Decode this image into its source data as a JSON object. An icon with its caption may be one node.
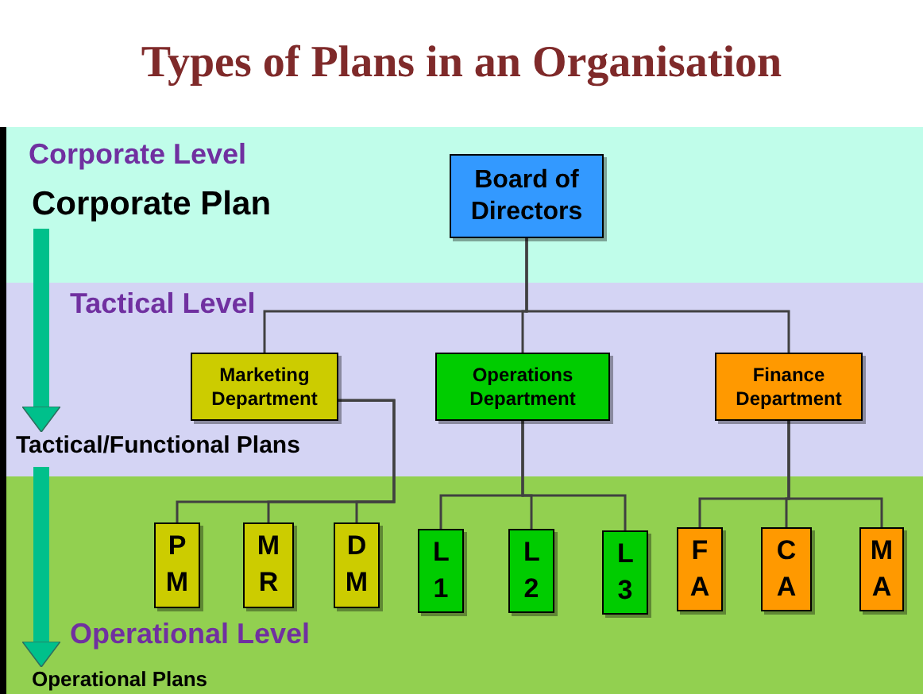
{
  "diagram": {
    "title": "Types of Plans in an Organisation",
    "nodes": [
      {
        "text": [
          "Corporate Level"
        ]
      },
      {
        "text": [
          "Corporate Plan"
        ],
        "in": 0
      },
      {
        "text": [
          "Board of Directors"
        ],
        "in": 0
      },
      {
        "text": [
          "Tactical Level"
        ]
      },
      {
        "text": [
          "Marketing Department"
        ],
        "in": 3
      },
      {
        "text": [
          "Operations Department"
        ],
        "in": 3
      },
      {
        "text": [
          "Finance Department"
        ],
        "in": 3
      },
      {
        "text": [
          "Tactical/Functional Plans"
        ],
        "in": 3
      },
      {
        "text": [
          "Operational Level"
        ]
      },
      {
        "text": [
          "P M"
        ],
        "in": 8
      },
      {
        "text": [
          "M R"
        ],
        "in": 8
      },
      {
        "text": [
          "D M"
        ],
        "in": 8
      },
      {
        "text": [
          "L 1"
        ],
        "in": 8
      },
      {
        "text": [
          "L 2"
        ],
        "in": 8
      },
      {
        "text": [
          "L 3"
        ],
        "in": 8
      },
      {
        "text": [
          "F A"
        ],
        "in": 8
      },
      {
        "text": [
          "C A"
        ],
        "in": 8
      },
      {
        "text": [
          "M A"
        ],
        "in": 8
      },
      {
        "text": [
          "Operational Plans"
        ],
        "in": 8
      }
    ],
    "edges": [
      {
        "from": 2,
        "to": 4,
        "arrow": "none"
      },
      {
        "from": 2,
        "to": 5,
        "arrow": "none"
      },
      {
        "from": 2,
        "to": 6,
        "arrow": "none"
      },
      {
        "from": 4,
        "to": 9,
        "arrow": "none"
      },
      {
        "from": 4,
        "to": 10,
        "arrow": "none"
      },
      {
        "from": 4,
        "to": 11,
        "arrow": "none"
      },
      {
        "from": 5,
        "to": 12,
        "arrow": "none"
      },
      {
        "from": 5,
        "to": 13,
        "arrow": "none"
      },
      {
        "from": 5,
        "to": 14,
        "arrow": "none"
      },
      {
        "from": 6,
        "to": 15,
        "arrow": "none"
      },
      {
        "from": 6,
        "to": 16,
        "arrow": "none"
      },
      {
        "from": 6,
        "to": 17,
        "arrow": "none"
      },
      {
        "from": 1,
        "to": 7,
        "arrow": "to",
        "style": "thick",
        "color": "#00c08b"
      },
      {
        "from": 7,
        "to": 18,
        "arrow": "to",
        "style": "thick",
        "color": "#00c08b"
      }
    ]
  }
}
